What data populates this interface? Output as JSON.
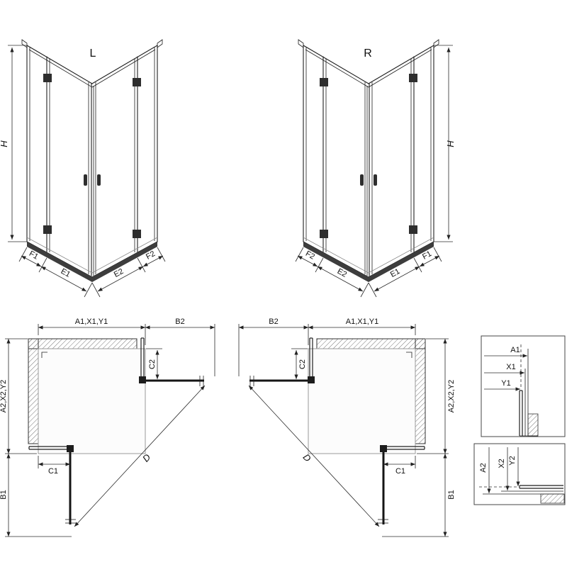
{
  "front_views": {
    "left": {
      "variant_label": "L",
      "height_label": "H",
      "bottom_segments": [
        "F1",
        "E1",
        "E2",
        "F2"
      ]
    },
    "right": {
      "variant_label": "R",
      "height_label": "H",
      "bottom_segments": [
        "F2",
        "E2",
        "E1",
        "F1"
      ]
    }
  },
  "plan_views": {
    "left": {
      "width_label": "A1,X1,Y1",
      "door_clearance_top_label": "B2",
      "fixed_panel_right_label": "C2",
      "depth_label": "A2,X2,Y2",
      "fixed_panel_bottom_label": "C1",
      "door_clearance_side_label": "B1",
      "entry_diagonal_label": "D"
    },
    "right": {
      "width_label": "A1,X1,Y1",
      "door_clearance_top_label": "B2",
      "fixed_panel_left_label": "C2",
      "depth_label": "A2,X2,Y2",
      "fixed_panel_bottom_label": "C1",
      "door_clearance_side_label": "B1",
      "entry_diagonal_label": "D"
    }
  },
  "detail_views": {
    "wall_profile_horizontal": {
      "labels": [
        "A1",
        "X1",
        "Y1"
      ]
    },
    "wall_profile_vertical": {
      "labels": [
        "A2",
        "X2",
        "Y2"
      ]
    }
  }
}
